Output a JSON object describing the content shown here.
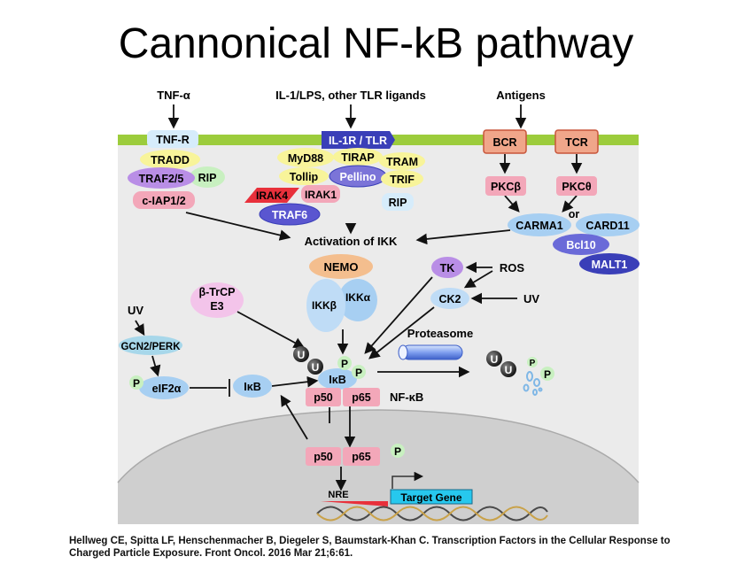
{
  "title": "Cannonical NF-kB pathway",
  "labels": {
    "tnfa": "TNF-α",
    "il1": "IL-1/LPS, other TLR ligands",
    "antigens": "Antigens",
    "tnfr": "TNF-R",
    "il1r": "IL-1R / TLR",
    "bcr": "BCR",
    "tcr": "TCR",
    "tradd": "TRADD",
    "traf25": "TRAF2/5",
    "rip1": "RIP",
    "ciap": "c-IAP1/2",
    "myd88": "MyD88",
    "tirap": "TIRAP",
    "tram": "TRAM",
    "tollip": "Tollip",
    "pellino": "Pellino",
    "trif": "TRIF",
    "irak4": "IRAK4",
    "irak1": "IRAK1",
    "traf6": "TRAF6",
    "rip2": "RIP",
    "pkcb": "PKCβ",
    "pkct": "PKCθ",
    "carma1": "CARMA1",
    "or": "or",
    "card11": "CARD11",
    "bcl10": "Bcl10",
    "malt1": "MALT1",
    "activation": "Activation of IKK",
    "nemo": "NEMO",
    "ikkb": "IKKβ",
    "ikka": "IKKα",
    "tk": "TK",
    "ros": "ROS",
    "ck2": "CK2",
    "uv1": "UV",
    "btrcp": "β-TrCP",
    "e3": "E3",
    "uv2": "UV",
    "gcn2": "GCN2/PERK",
    "p_eif": "P",
    "eif2a": "eIF2α",
    "ikb1": "IκB",
    "u1": "U",
    "u2": "U",
    "pikb1": "P",
    "pikb2": "P",
    "ikb2": "IκB",
    "p50a": "p50",
    "p65a": "p65",
    "nfkb": "NF-κB",
    "proteasome": "Proteasome",
    "u3": "U",
    "u4": "U",
    "pd1": "P",
    "pd2": "P",
    "p50b": "p50",
    "p65b": "p65",
    "pnuc": "P",
    "nre": "NRE",
    "target": "Target Gene"
  },
  "citation_line1": "Hellweg CE, Spitta LF, Henschenmacher B, Diegeler S, Baumstark-Khan C. Transcription Factors in the Cellular Response to",
  "citation_line2": "Charged Particle Exposure. Front Oncol. 2016 Mar 21;6:61.",
  "colors": {
    "membrane": "#9ccc3c",
    "panel": "#ebebeb",
    "nucleus": "#cfcfcf",
    "pink": "#f3a7b9",
    "yellow": "#f8f49a",
    "purple": "#b98ee6",
    "dark_blue": "#3a3fb8",
    "light_blue": "#a7cff2",
    "orange": "#f4be8e",
    "green": "#c8f0c0",
    "cyan": "#27c8ee"
  }
}
